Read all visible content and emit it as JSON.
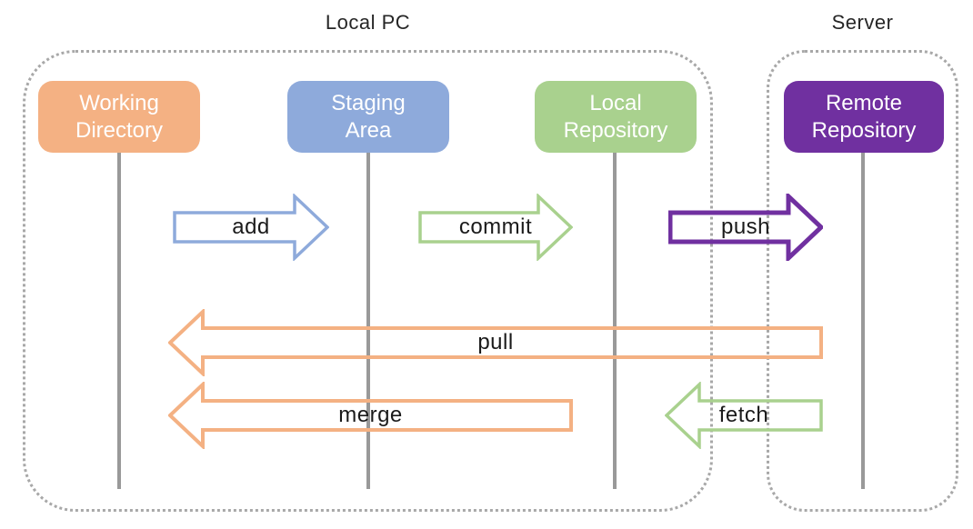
{
  "header": {
    "local_pc_title": "Local PC",
    "server_title": "Server"
  },
  "nodes": [
    {
      "id": "working-directory",
      "line1": "Working",
      "line2": "Directory",
      "color": "#F4B183"
    },
    {
      "id": "staging-area",
      "line1": "Staging",
      "line2": "Area",
      "color": "#8EAADB"
    },
    {
      "id": "local-repository",
      "line1": "Local",
      "line2": "Repository",
      "color": "#A9D18E"
    },
    {
      "id": "remote-repository",
      "line1": "Remote",
      "line2": "Repository",
      "color": "#7030A0"
    }
  ],
  "arrows": {
    "add": {
      "label": "add",
      "color": "#8EAADB",
      "direction": "right",
      "from": "working-directory",
      "to": "staging-area"
    },
    "commit": {
      "label": "commit",
      "color": "#A9D18E",
      "direction": "right",
      "from": "staging-area",
      "to": "local-repository"
    },
    "push": {
      "label": "push",
      "color": "#7030A0",
      "direction": "right",
      "from": "local-repository",
      "to": "remote-repository"
    },
    "pull": {
      "label": "pull",
      "color": "#F4B183",
      "direction": "left",
      "from": "remote-repository",
      "to": "working-directory"
    },
    "merge": {
      "label": "merge",
      "color": "#F4B183",
      "direction": "left",
      "from": "local-repository",
      "to": "working-directory"
    },
    "fetch": {
      "label": "fetch",
      "color": "#A9D18E",
      "direction": "left",
      "from": "remote-repository",
      "to": "local-repository"
    }
  },
  "styles": {
    "lifeline_color": "#999999",
    "container_border_color": "#a8a8a8",
    "node_text_color": "#ffffff",
    "label_text_color": "#1a1a1a"
  }
}
